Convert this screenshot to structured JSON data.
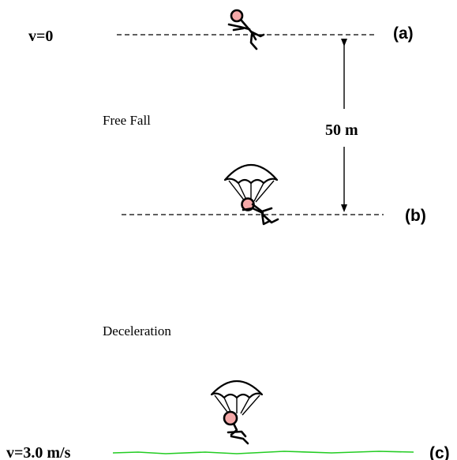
{
  "labels": {
    "v_start": "v=0",
    "point_a": "(a)",
    "point_b": "(b)",
    "point_c": "(c)",
    "distance": "50 m",
    "phase_free_fall": "Free Fall",
    "phase_deceleration": "Deceleration",
    "v_end": "v=3.0 m/s"
  },
  "colors": {
    "ground": "#22cc22",
    "head": "#f4a8a8"
  }
}
